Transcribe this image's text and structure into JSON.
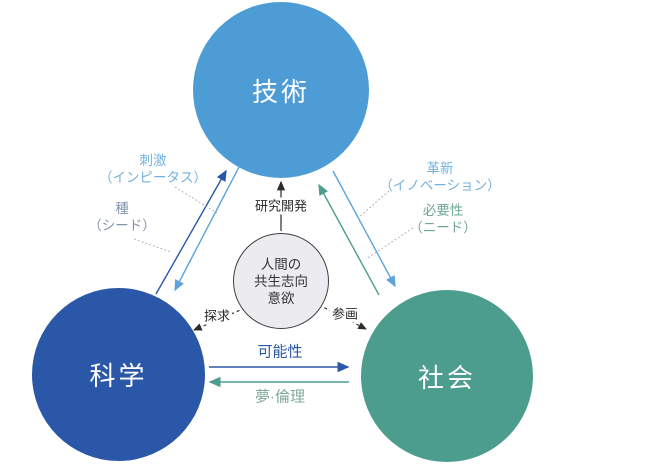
{
  "circles": {
    "technology": {
      "label": "技術"
    },
    "science": {
      "label": "科学"
    },
    "society": {
      "label": "社会"
    },
    "center": {
      "line1": "人間の",
      "line2": "共生志向",
      "line3": "意欲"
    }
  },
  "arrows": {
    "stimulus": {
      "title": "刺激",
      "sub": "（インピータス）",
      "direction": "technology→science"
    },
    "seed": {
      "title": "種",
      "sub": "（シード）",
      "direction": "science→technology"
    },
    "innovation": {
      "title": "革新",
      "sub": "（イノベーション）",
      "direction": "technology→society"
    },
    "need": {
      "title": "必要性",
      "sub": "（ニード）",
      "direction": "society→technology"
    },
    "research_development": {
      "label": "研究開発",
      "direction": "center→technology"
    },
    "exploration": {
      "label": "探求",
      "direction": "center→science"
    },
    "participation": {
      "label": "参画",
      "direction": "center→society"
    },
    "possibility": {
      "label": "可能性",
      "direction": "science→society"
    },
    "dream_ethics": {
      "label": "夢·倫理",
      "direction": "society→science"
    }
  },
  "palette": {
    "technology_fill": "#4E9CD5",
    "science_fill": "#2B57A8",
    "society_fill": "#4C9D8E",
    "center_fill": "#ECECF0",
    "center_border": "#3F3F3F",
    "light_blue_arrow": "#5CA4DA",
    "dark_blue_arrow": "#2B57A8",
    "teal_arrow": "#4C9D8E",
    "black_arrow": "#2B2B2B",
    "leader_line": "#A5A5A5"
  }
}
